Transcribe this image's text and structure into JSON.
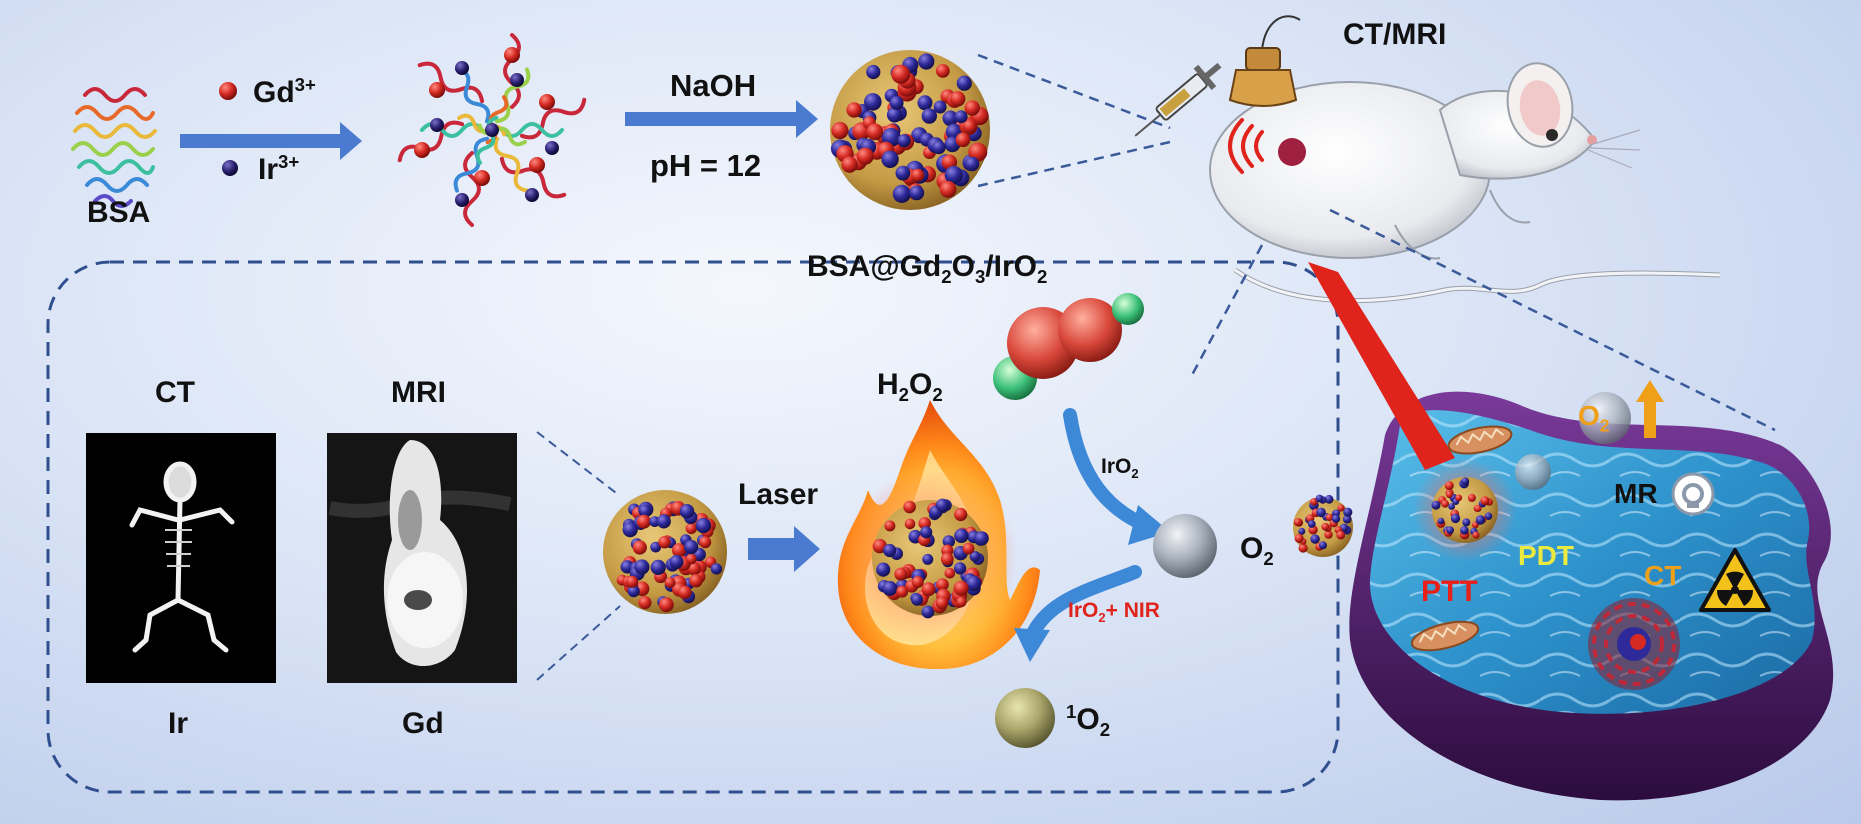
{
  "synthesis": {
    "protein_label": "BSA",
    "ions": [
      {
        "name": "Gd",
        "charge": "3+",
        "color": "#d42a22"
      },
      {
        "name": "Ir",
        "charge": "3+",
        "color": "#2a1f6e"
      }
    ],
    "reagent": "NaOH",
    "condition": "pH = 12",
    "product": {
      "a": "BSA@Gd",
      "b": "2",
      "c": "O",
      "d": "3",
      "e": "/IrO",
      "f": "2"
    }
  },
  "animal": {
    "imaging_label": "CT/MRI"
  },
  "imaging": {
    "ct": {
      "title": "CT",
      "element": "Ir"
    },
    "mri": {
      "title": "MRI",
      "element": "Gd"
    }
  },
  "reaction": {
    "laser_label": "Laser",
    "h2o2": {
      "a": "H",
      "b": "2",
      "c": "O",
      "d": "2"
    },
    "catalyst": {
      "a": "IrO",
      "b": "2"
    },
    "o2": {
      "a": "O",
      "b": "2"
    },
    "nir": {
      "a": "IrO",
      "b": "2",
      "c": "+ NIR"
    },
    "singlet_o2": {
      "a": "1",
      "b": "O",
      "c": "2"
    }
  },
  "tumor_cell": {
    "o2": {
      "a": "O",
      "b": "2"
    },
    "mr": "MR",
    "ptt": "PTT",
    "pdt": "PDT",
    "ct": "CT"
  },
  "colors": {
    "arrow_blue": "#4a7bd0",
    "dash_blue": "#3a5a9a",
    "gd_red": "#d42a22",
    "ir_navy": "#2a1f6e",
    "nanoparticle_core": "#c9a04a",
    "laser_red": "#e0241c",
    "ptt_red": "#e8201a",
    "pdt_yellow": "#eaea40",
    "ct_orange": "#f0a018",
    "cell_membrane": "#5a2a7a",
    "cytoplasm": "#4aa8d8"
  }
}
